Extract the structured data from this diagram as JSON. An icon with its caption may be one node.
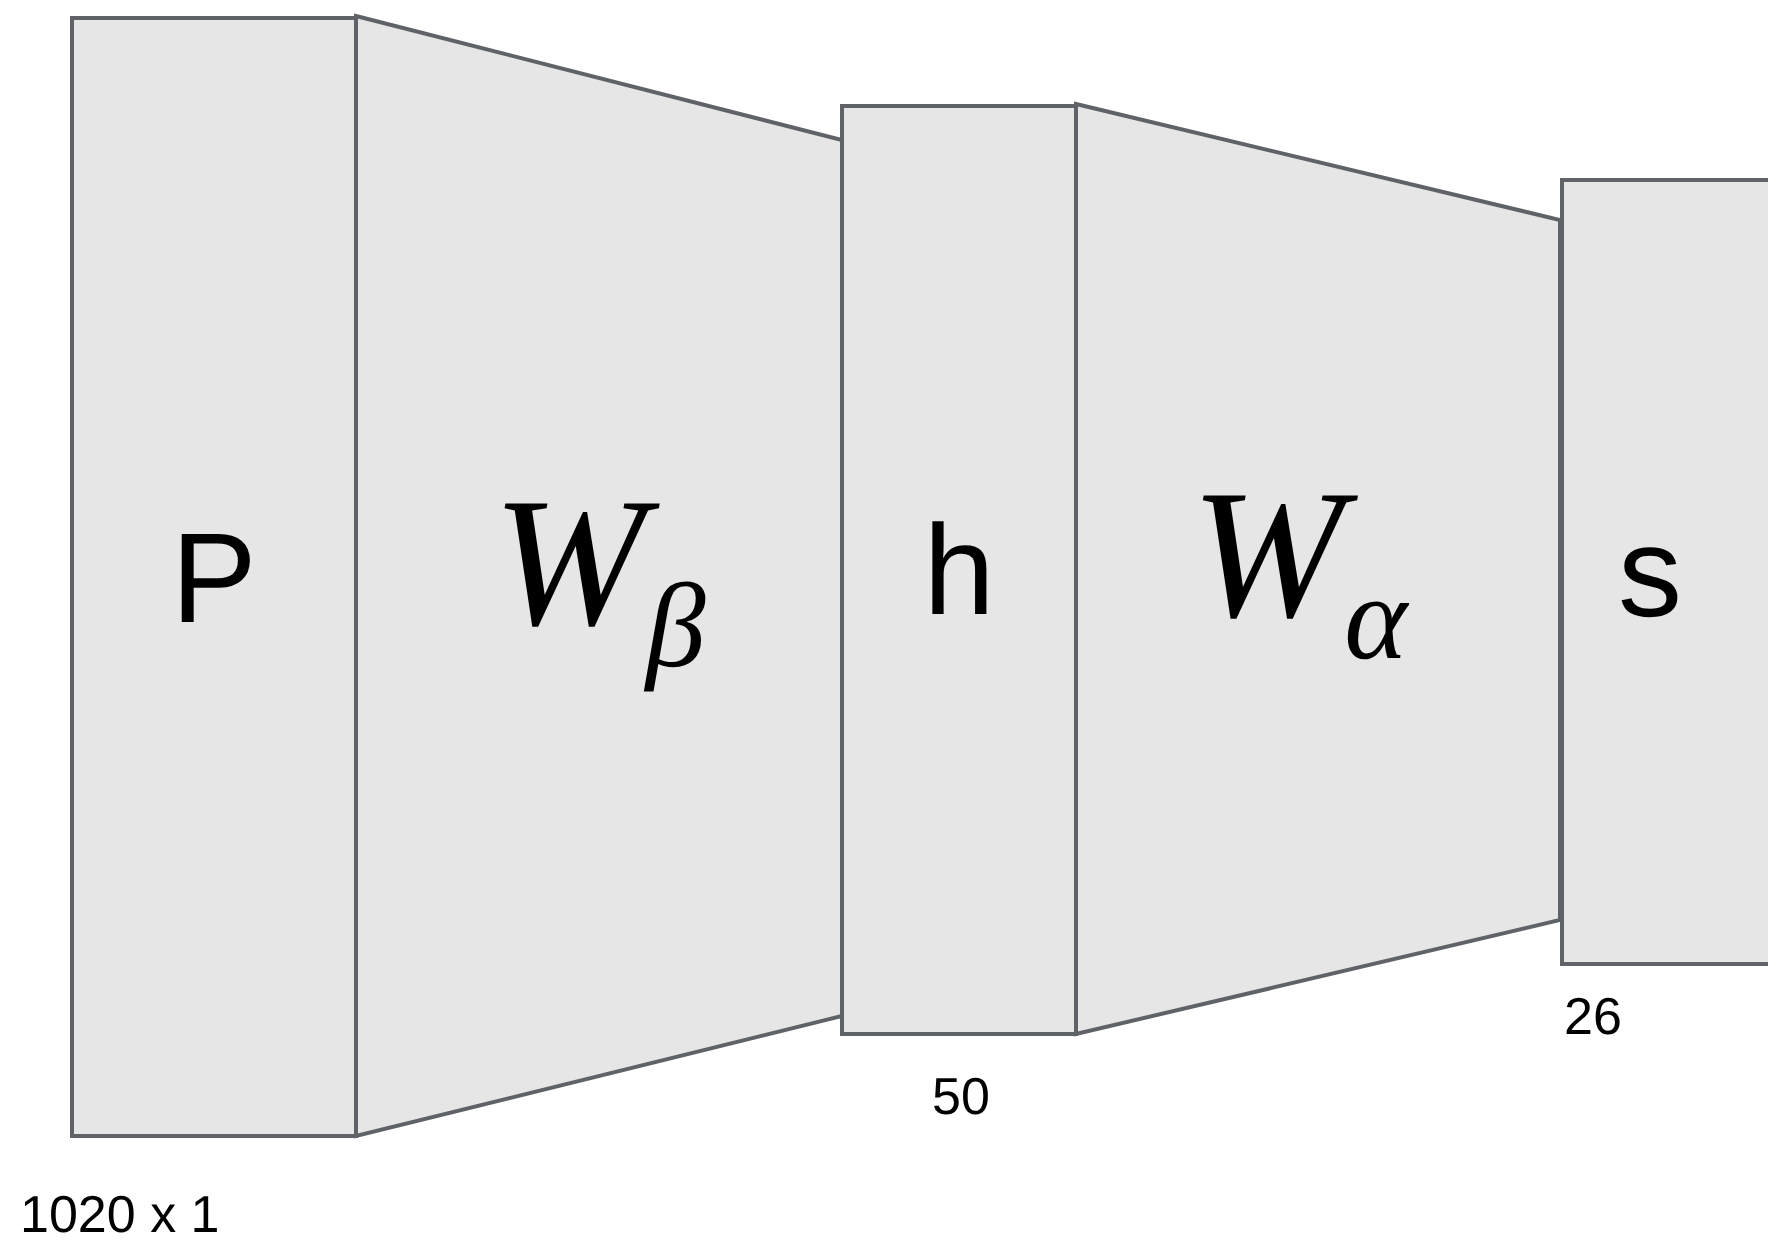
{
  "diagram": {
    "nodes": [
      {
        "text": [
          "P"
        ],
        "beside": [
          "1020 x 1"
        ]
      },
      {
        "text": [
          "W$_{β}$"
        ]
      },
      {
        "text": [
          "h"
        ],
        "beside": [
          "50"
        ]
      },
      {
        "text": [
          "W$_{α}$"
        ]
      },
      {
        "text": [
          "s"
        ],
        "beside": [
          "26"
        ]
      }
    ]
  }
}
